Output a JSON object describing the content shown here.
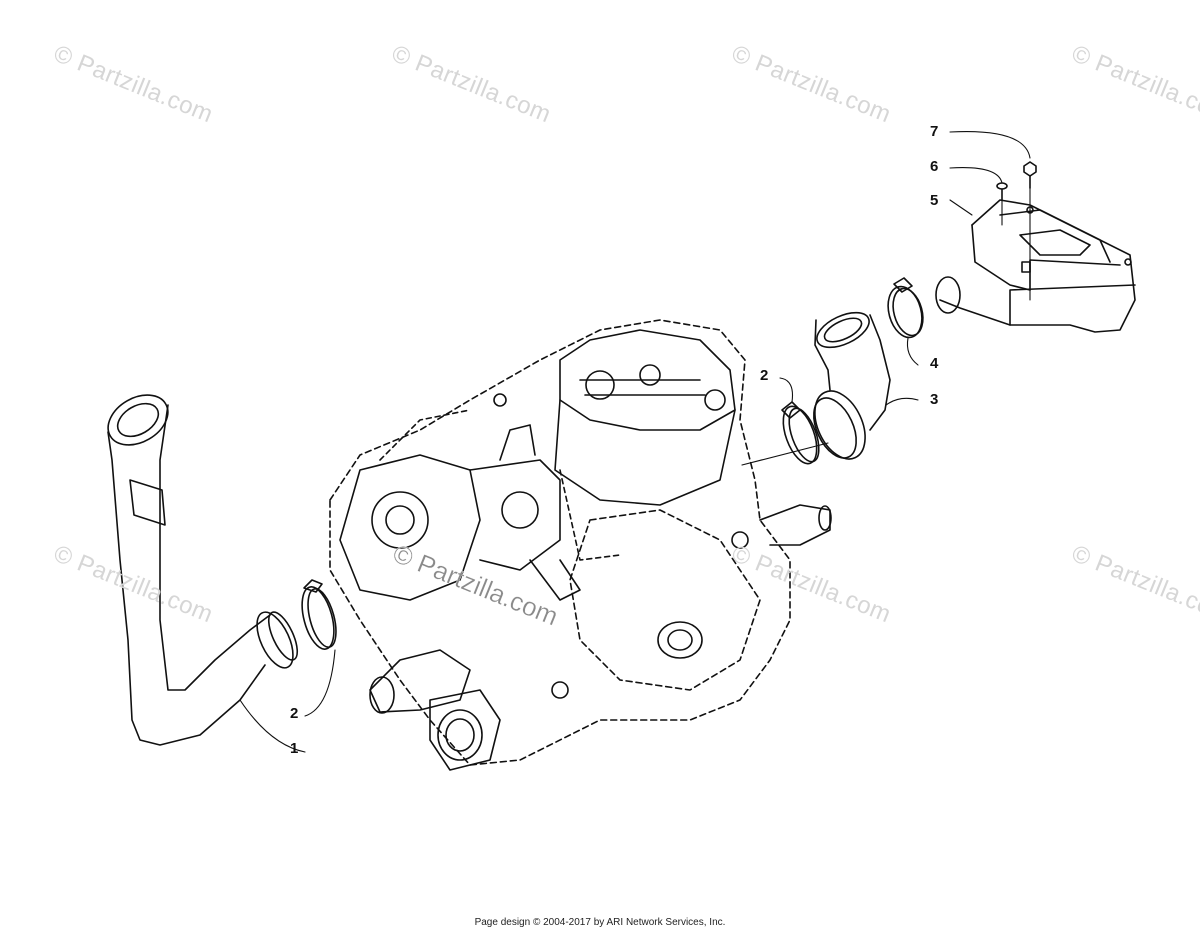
{
  "watermark": "© Partzilla.com",
  "callouts": {
    "c1": "1",
    "c2a": "2",
    "c2b": "2",
    "c3": "3",
    "c4": "4",
    "c5": "5",
    "c6": "6",
    "c7": "7"
  },
  "footer": "Page design © 2004-2017 by ARI Network Services, Inc."
}
